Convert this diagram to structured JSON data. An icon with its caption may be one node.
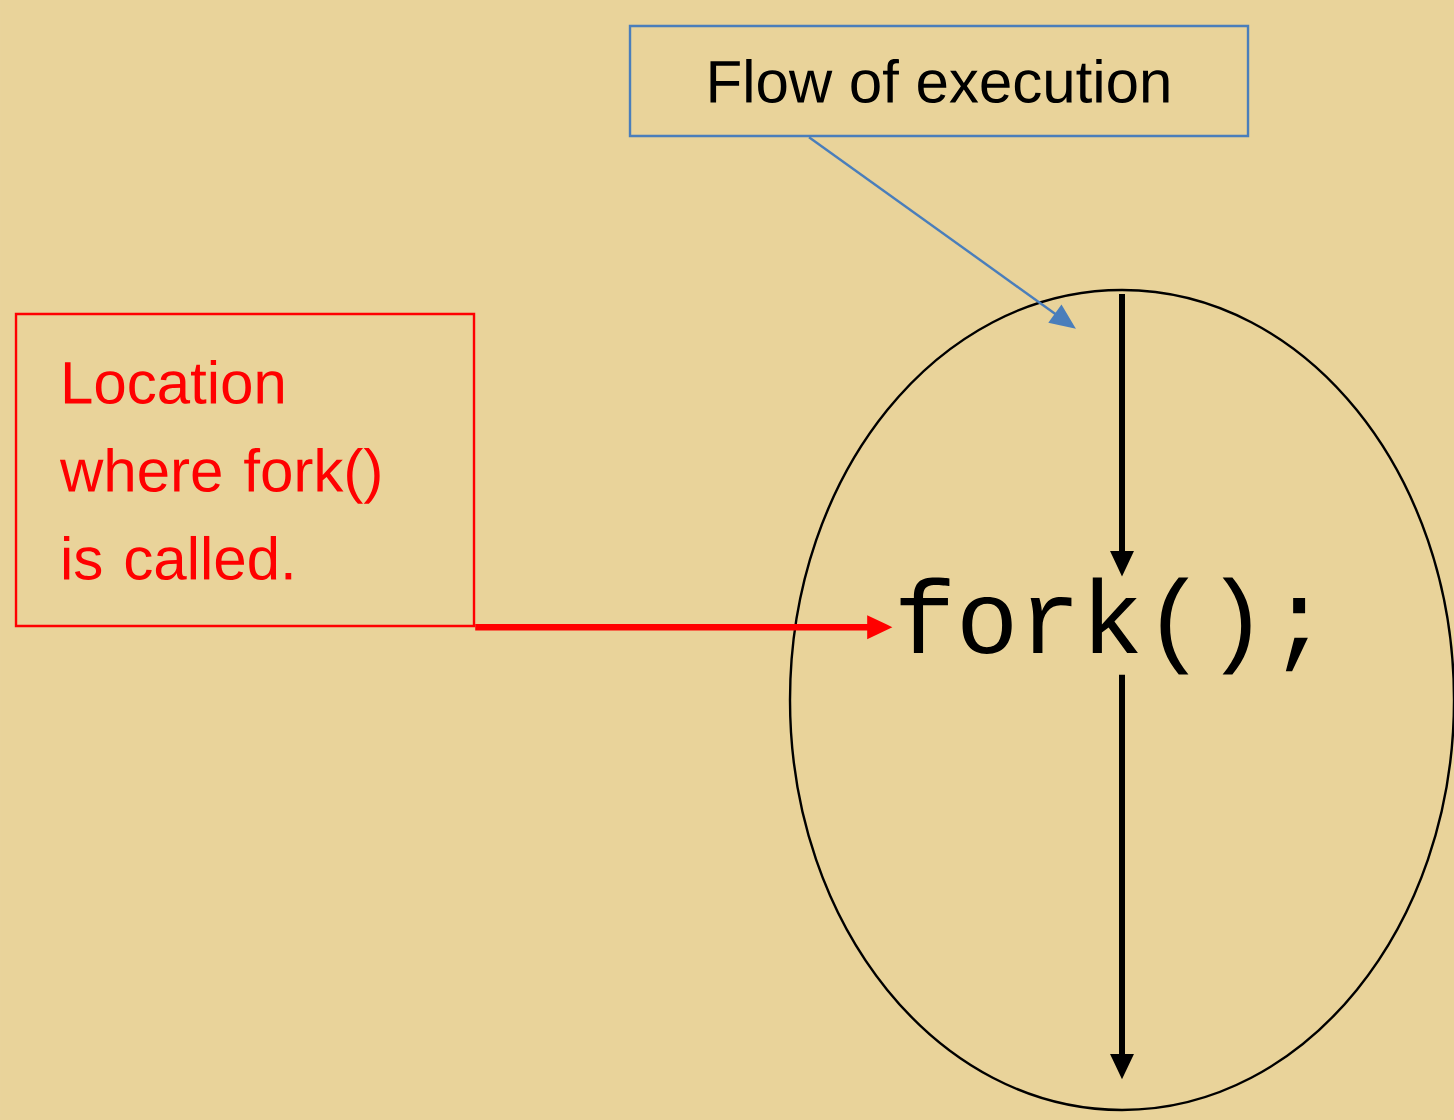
{
  "diagram": {
    "nodes": [
      {
        "text": [
          "Flow of execution"
        ]
      },
      {
        "text": [
          "Location where fork() is called."
        ]
      },
      {
        "text": [],
        "shape": "ellipse"
      },
      {
        "text": [
          "fork();"
        ],
        "in": 2
      }
    ],
    "edges": [
      {
        "from": 0,
        "to": 2,
        "arrow": "to",
        "color": "#4a7ebb"
      },
      {
        "from": 1,
        "to": 3,
        "arrow": "to",
        "color": "#ff0000"
      },
      {
        "from": null,
        "to": 3,
        "arrow": "to"
      },
      {
        "from": 3,
        "to": null,
        "arrow": "to"
      }
    ]
  }
}
